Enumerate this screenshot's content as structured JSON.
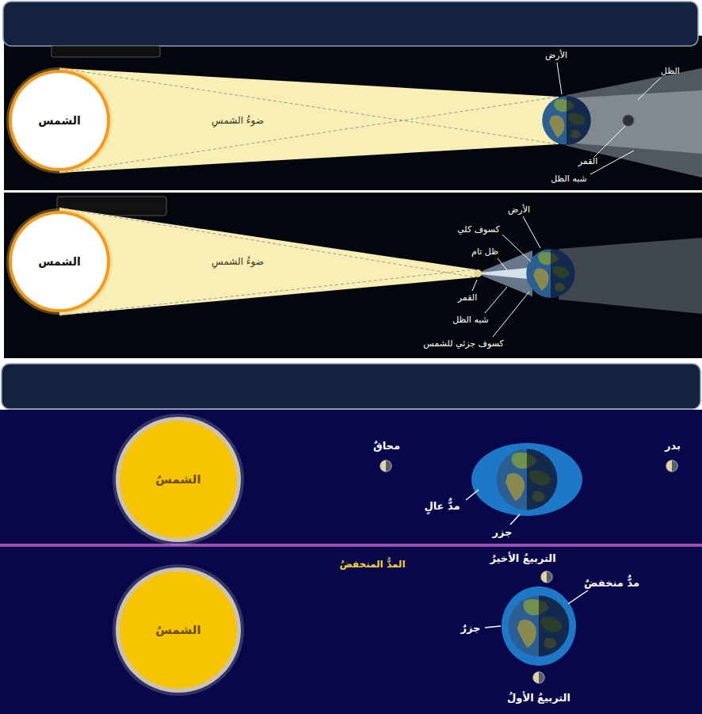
{
  "diagram": {
    "nodes": [
      {
        "text": [
          "الشمس"
        ]
      },
      {
        "text": [
          "الشمس"
        ]
      },
      {
        "text": [
          "الشمسُ"
        ]
      },
      {
        "text": [
          "الشمسُ"
        ]
      }
    ],
    "labels": [
      "ضوءُ الشمسِ",
      "الأرض",
      "الظل",
      "القمر",
      "شبه الظل",
      "الأرض",
      "كسوف كلي",
      "ظل تام",
      "ضوءُ الشمسِ",
      "القمر",
      "شبه الظل",
      "كسوف جزئي للشمس",
      "محاقٌ",
      "بدر",
      "مدٌّ عالٍ",
      "جزر",
      "التربيعُ الأخيرُ",
      "المدُّ المنخفضُ",
      "مدٌّ منخفضٌ",
      "جزرٌ",
      "التربيعُ الأولُ"
    ]
  }
}
